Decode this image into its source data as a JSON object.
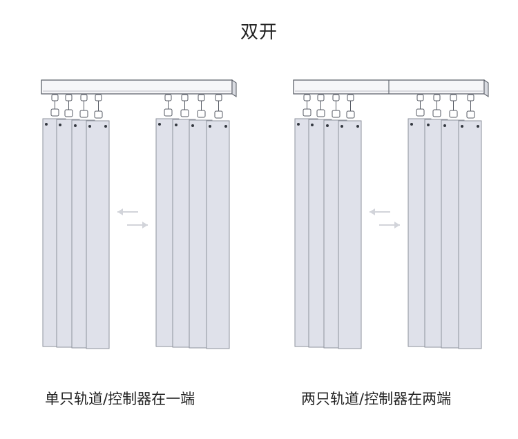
{
  "title": "双开",
  "panels": [
    {
      "caption": "单只轨道/控制器在一端",
      "track_split": false
    },
    {
      "caption": "两只轨道/控制器在两端",
      "track_split": true
    }
  ],
  "colors": {
    "blade_fill": "#dfe1ea",
    "blade_stroke": "#8e929c",
    "track_fill": "#f6f6f8",
    "arrow": "#d2d4da",
    "text": "#222222"
  }
}
